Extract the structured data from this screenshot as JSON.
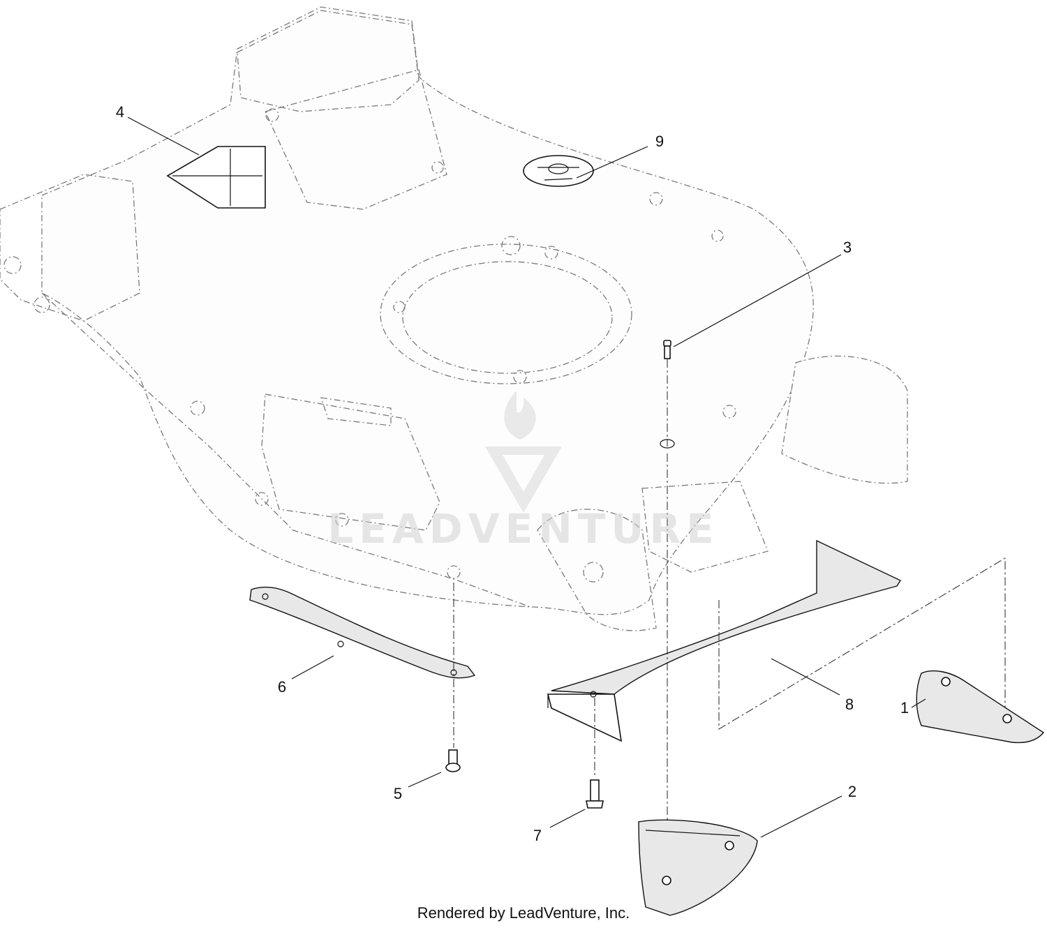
{
  "callouts": [
    {
      "label": "1"
    },
    {
      "label": "2"
    },
    {
      "label": "3"
    },
    {
      "label": "4"
    },
    {
      "label": "5"
    },
    {
      "label": "6"
    },
    {
      "label": "7"
    },
    {
      "label": "8"
    },
    {
      "label": "9"
    }
  ],
  "watermark": {
    "text": "LEADVENTURE"
  },
  "footer": {
    "text": "Rendered by LeadVenture, Inc."
  }
}
